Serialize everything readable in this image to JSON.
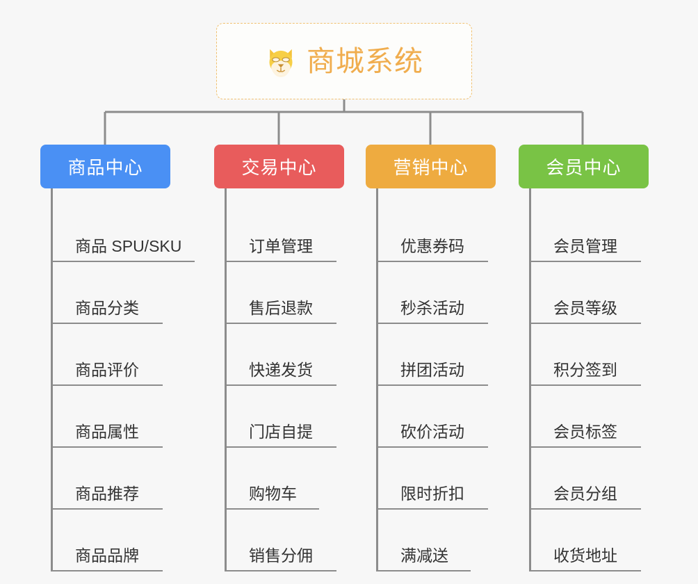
{
  "background_color": "#f7f7f7",
  "root": {
    "icon": "shiba-dog-face-icon",
    "emoji": "🐕",
    "title": "商城系统",
    "border_color": "#f0c070",
    "text_color": "#f0ad4e"
  },
  "connector_color": "#8c8c8c",
  "columns": [
    {
      "id": "product-center",
      "label": "商品中心",
      "color": "#4a90f4",
      "items": [
        {
          "label": "商品 SPU/SKU",
          "rule_width": 204
        },
        {
          "label": "商品分类",
          "rule_width": 158
        },
        {
          "label": "商品评价",
          "rule_width": 158
        },
        {
          "label": "商品属性",
          "rule_width": 158
        },
        {
          "label": "商品推荐",
          "rule_width": 158
        },
        {
          "label": "商品品牌",
          "rule_width": 158
        }
      ]
    },
    {
      "id": "trade-center",
      "label": "交易中心",
      "color": "#e85c5c",
      "items": [
        {
          "label": "订单管理",
          "rule_width": 158
        },
        {
          "label": "售后退款",
          "rule_width": 158
        },
        {
          "label": "快递发货",
          "rule_width": 158
        },
        {
          "label": "门店自提",
          "rule_width": 158
        },
        {
          "label": "购物车",
          "rule_width": 133
        },
        {
          "label": "销售分佣",
          "rule_width": 158
        }
      ]
    },
    {
      "id": "marketing-center",
      "label": "营销中心",
      "color": "#eeab40",
      "items": [
        {
          "label": "优惠券码",
          "rule_width": 158
        },
        {
          "label": "秒杀活动",
          "rule_width": 158
        },
        {
          "label": "拼团活动",
          "rule_width": 158
        },
        {
          "label": "砍价活动",
          "rule_width": 158
        },
        {
          "label": "限时折扣",
          "rule_width": 158
        },
        {
          "label": "满减送",
          "rule_width": 133
        }
      ]
    },
    {
      "id": "member-center",
      "label": "会员中心",
      "color": "#79c345",
      "items": [
        {
          "label": "会员管理",
          "rule_width": 158
        },
        {
          "label": "会员等级",
          "rule_width": 158
        },
        {
          "label": "积分签到",
          "rule_width": 158
        },
        {
          "label": "会员标签",
          "rule_width": 158
        },
        {
          "label": "会员分组",
          "rule_width": 158
        },
        {
          "label": "收货地址",
          "rule_width": 158
        }
      ]
    }
  ]
}
